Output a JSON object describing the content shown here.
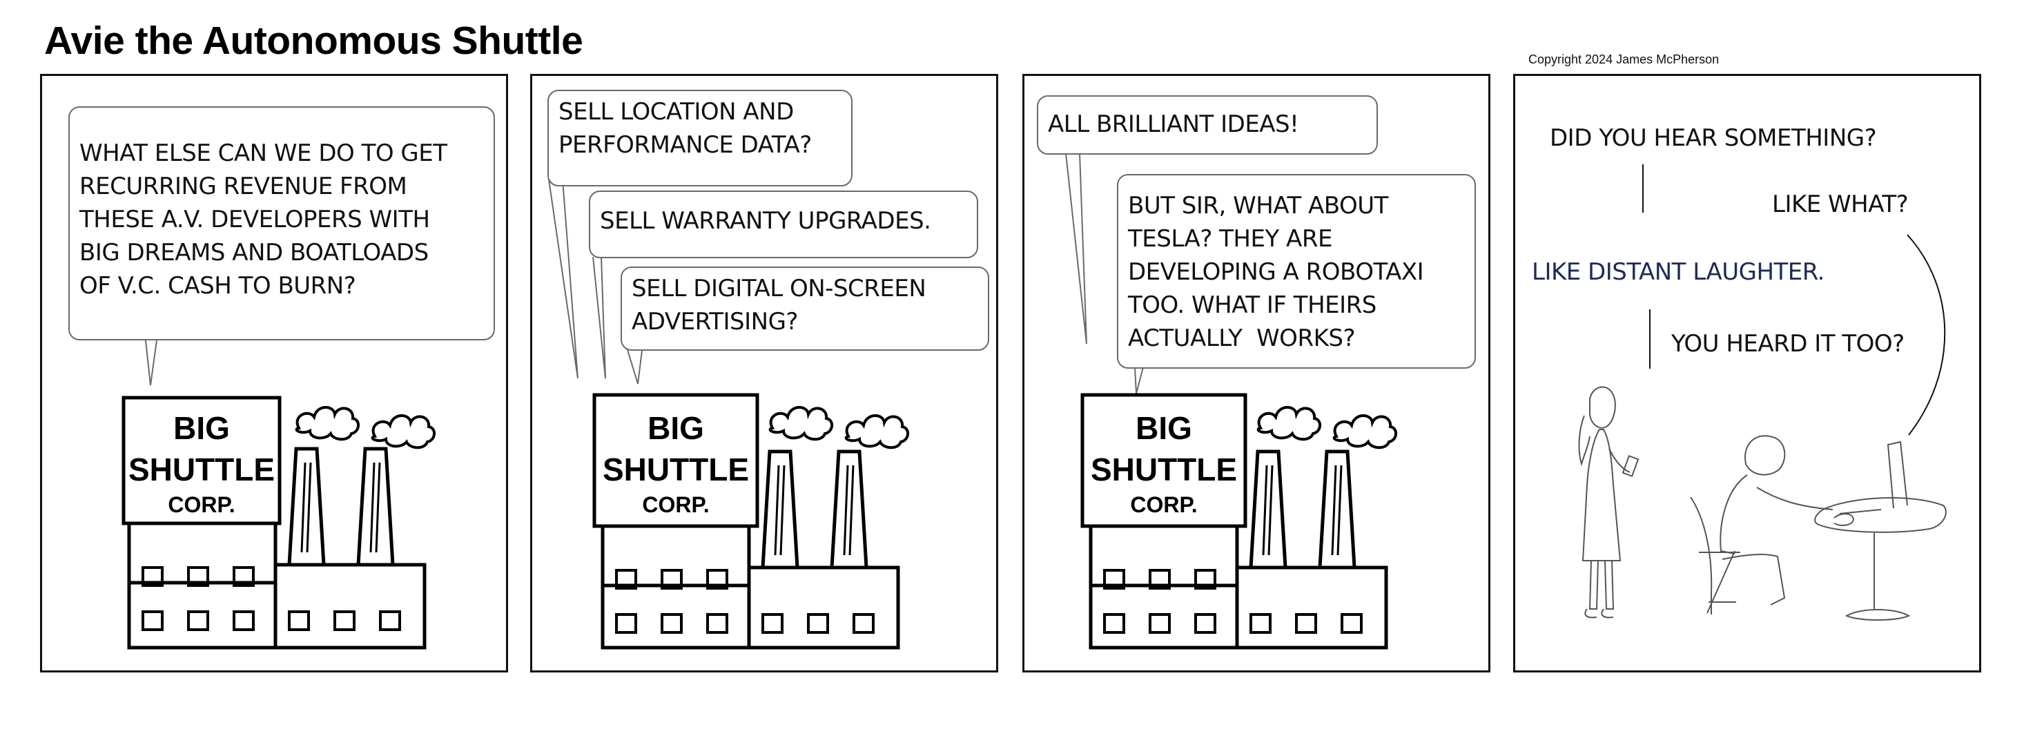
{
  "comic": {
    "title": "Avie the Autonomous Shuttle",
    "copyright": "Copyright 2024 James McPherson"
  },
  "factory_sign": {
    "line1": "BIG",
    "line2": "SHUTTLE",
    "line3": "CORP."
  },
  "panel1": {
    "bubble": "WHAT ELSE CAN WE DO TO GET\nRECURRING REVENUE FROM\nTHESE A.V. DEVELOPERS WITH\nBIG DREAMS AND BOATLOADS\nOF V.C. CASH TO BURN?"
  },
  "panel2": {
    "bubble1": "SELL LOCATION AND\nPERFORMANCE DATA?",
    "bubble2": "SELL WARRANTY UPGRADES.",
    "bubble3": "SELL DIGITAL ON-SCREEN\nADVERTISING?"
  },
  "panel3": {
    "bubble1": "ALL BRILLIANT IDEAS!",
    "bubble2": "BUT SIR, WHAT ABOUT\nTESLA? THEY ARE\nDEVELOPING A ROBOTAXI\nTOO. WHAT IF THEIRS\nACTUALLY  WORKS?"
  },
  "panel4": {
    "line1": "DID YOU HEAR SOMETHING?",
    "line2": "LIKE WHAT?",
    "line3": "LIKE DISTANT LAUGHTER.",
    "line4": "YOU HEARD IT TOO?"
  },
  "colors": {
    "ink": "#111111",
    "bubble_border": "#6a6a6a",
    "laughter_text": "#1f2a55"
  }
}
